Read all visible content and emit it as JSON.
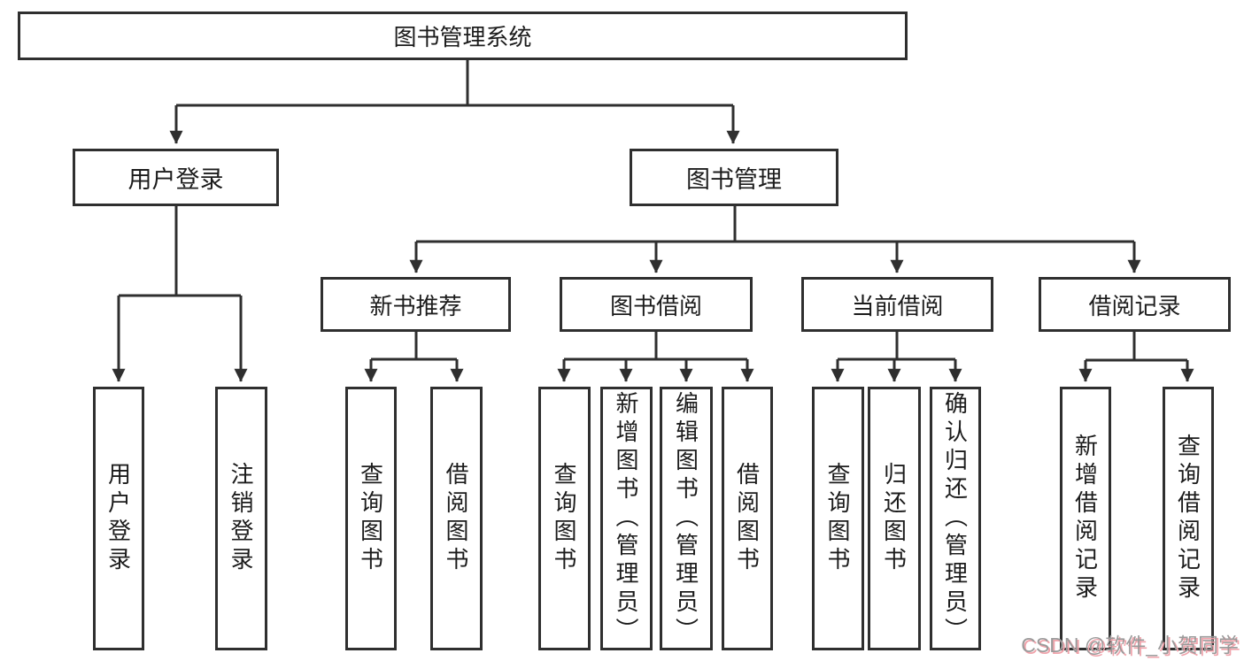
{
  "tree": {
    "root": {
      "label": "图书管理系统"
    },
    "children": [
      {
        "label": "用户登录",
        "children": [
          {
            "label": "用户登录"
          },
          {
            "label": "注销登录"
          }
        ]
      },
      {
        "label": "图书管理",
        "children": [
          {
            "label": "新书推荐",
            "children": [
              {
                "label": "查询图书"
              },
              {
                "label": "借阅图书"
              }
            ]
          },
          {
            "label": "图书借阅",
            "children": [
              {
                "label": "查询图书"
              },
              {
                "label": "新增图书（管理员）"
              },
              {
                "label": "编辑图书（管理员）"
              },
              {
                "label": "借阅图书"
              }
            ]
          },
          {
            "label": "当前借阅",
            "children": [
              {
                "label": "查询图书"
              },
              {
                "label": "归还图书"
              },
              {
                "label": "确认归还（管理员）"
              }
            ]
          },
          {
            "label": "借阅记录",
            "children": [
              {
                "label": "新增借阅记录"
              },
              {
                "label": "查询借阅记录"
              }
            ]
          }
        ]
      }
    ]
  },
  "watermark": {
    "text": "CSDN @软件_小贺同学"
  },
  "colors": {
    "bg": "#ffffff",
    "line": "#2f2f2f",
    "text": "#1c1c1c",
    "wm": "#9a9a9a",
    "wm_shadow": "#f0a3ab"
  }
}
